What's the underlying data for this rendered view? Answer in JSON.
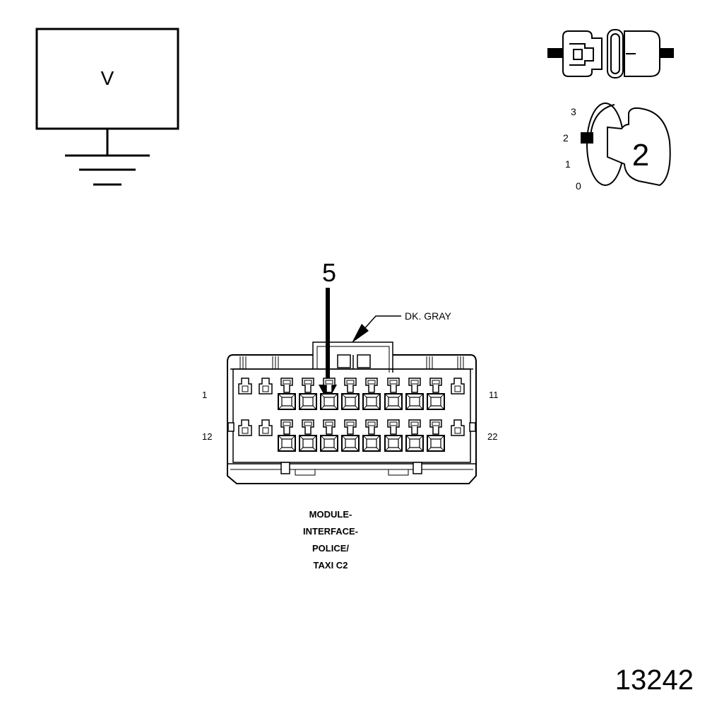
{
  "meter": {
    "label": "V"
  },
  "ignition_key": {
    "positions": [
      "3",
      "2",
      "1",
      "0"
    ],
    "position": "2"
  },
  "connector": {
    "pin_callout": "5",
    "wire_color": "DK. GRAY",
    "pin_labels": {
      "top_left": "1",
      "top_right": "11",
      "bottom_left": "12",
      "bottom_right": "22"
    },
    "name_lines": [
      "MODULE-",
      "INTERFACE-",
      "POLICE/",
      "TAXI C2"
    ]
  },
  "figure_number": "13242"
}
